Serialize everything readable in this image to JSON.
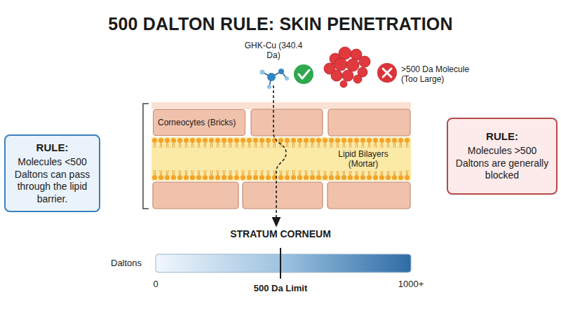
{
  "diagram": {
    "title": "500 DALTON RULE: SKIN PENETRATION",
    "nodes": [
      {
        "text": [
          "RULE:",
          "Molecules <500 Daltons can pass through the lipid barrier."
        ]
      },
      {
        "text": [
          "Corneocytes (Bricks)"
        ]
      },
      {
        "text": [
          "Lipid Bilayers (Mortar)"
        ]
      },
      {
        "text": [
          "RULE:",
          "Molecules >500 Daltons are generally blocked"
        ]
      }
    ],
    "labels": [
      "GHK-Cu (340.4 Da)",
      ">500 Da Molecule (Too Large)",
      "STRATUM CORNEUM",
      "Daltons",
      "0",
      "500 Da Limit",
      "1000+"
    ]
  }
}
